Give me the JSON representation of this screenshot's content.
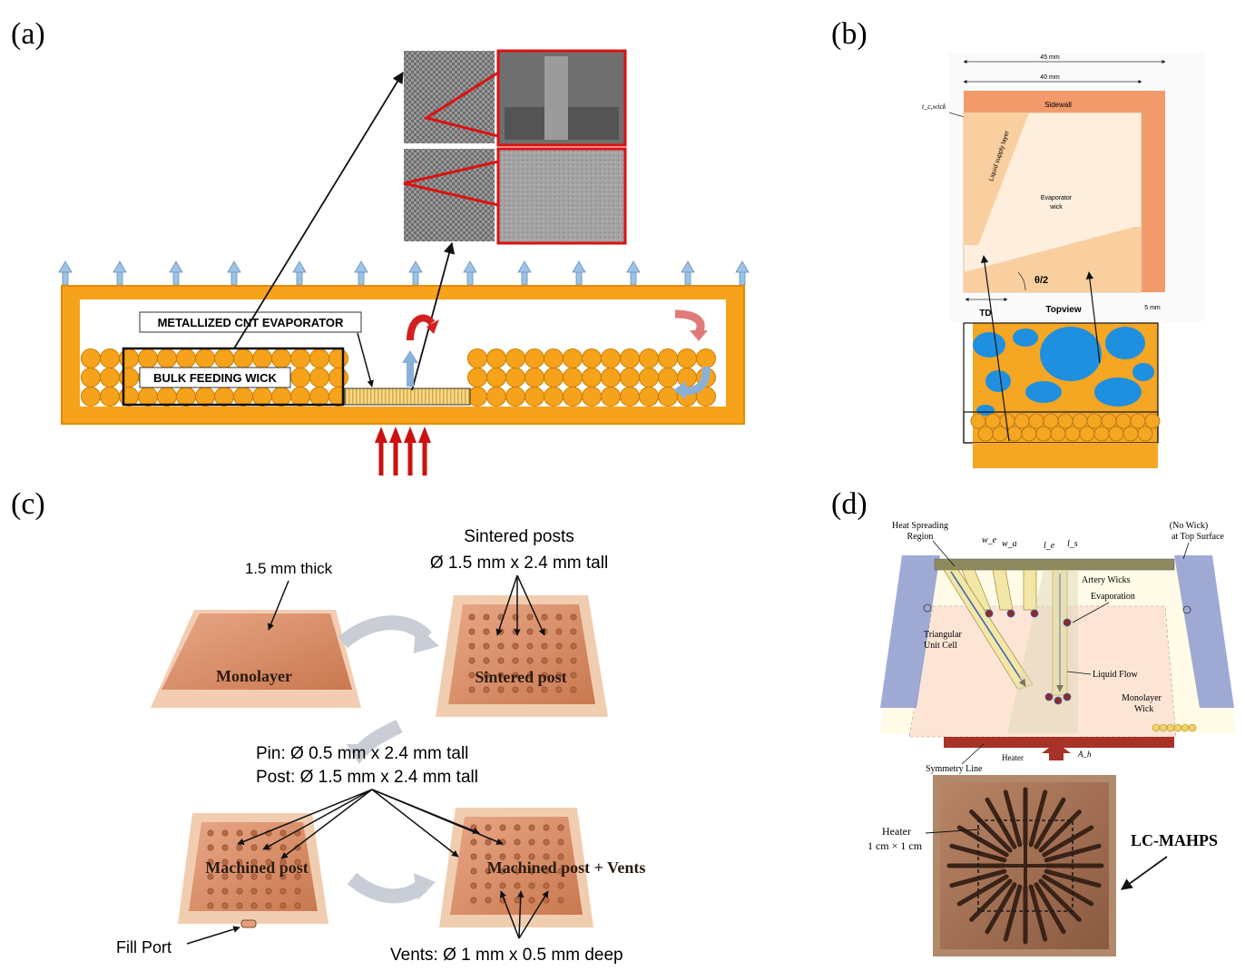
{
  "panels": {
    "a": {
      "label": "(a)",
      "evaporator_label": "METALLIZED CNT EVAPORATOR",
      "wick_label": "BULK FEEDING WICK",
      "colors": {
        "body": "#f7a21b",
        "outline": "#e58a00",
        "heat_arrow": "#cc1111",
        "vapor_arrow": "#8ab0d8"
      }
    },
    "b": {
      "label": "(b)",
      "dim_outer": "45 mm",
      "dim_inner": "40 mm",
      "sidewall": "Sidewall",
      "wick_thickness": "t_c,wick",
      "liquid_supply": "Liquid supply layer",
      "evaporator_wick_1": "Evaporator",
      "evaporator_wick_2": "wick",
      "angle": "θ/2",
      "td": "TD",
      "topview": "Topview",
      "dim_side": "5 mm",
      "colors": {
        "sidewall": "#f39a6b",
        "fill": "#fdeedd",
        "blue": "#1f8fe0",
        "orange": "#f5a623"
      }
    },
    "c": {
      "label": "(c)",
      "thickness": "1.5 mm thick",
      "sintered_title": "Sintered posts",
      "sintered_dims": "Ø 1.5 mm x 2.4 mm tall",
      "monolayer": "Monolayer",
      "sintered_post": "Sintered post",
      "pin": "Pin: Ø 0.5 mm x 2.4 mm tall",
      "post": "Post: Ø 1.5 mm x 2.4 mm tall",
      "machined_post": "Machined post",
      "machined_vents": "Machined post + Vents",
      "fill_port": "Fill Port",
      "vents": "Vents:  Ø  1 mm x 0.5 mm deep",
      "colors": {
        "copper": "#d9906a",
        "rim": "#f1cdb0",
        "arrow": "#c8cdd6"
      }
    },
    "d": {
      "label": "(d)",
      "heat_spreading_1": "Heat Spreading",
      "heat_spreading_2": "Region",
      "w_e": "w_e",
      "w_a": "w_a",
      "l_e": "l_e",
      "l_s": "l_s",
      "no_wick_1": "(No Wick)",
      "no_wick_2": "at Top Surface",
      "artery": "Artery Wicks",
      "evaporation": "Evaporation",
      "triangular_1": "Triangular",
      "triangular_2": "Unit Cell",
      "liquid_flow": "Liquid Flow",
      "monolayer_1": "Monolayer",
      "monolayer_2": "Wick",
      "heater_small": "Heater",
      "a_h": "A_h",
      "symmetry": "Symmetry Line",
      "heater_1": "Heater",
      "heater_2": "1 cm × 1 cm",
      "lc_mahps": "LC-MAHPS",
      "colors": {
        "side": "#8e9bd0",
        "wick": "#f2e7a6",
        "plate": "#a67458",
        "heater": "#a83228"
      }
    }
  }
}
